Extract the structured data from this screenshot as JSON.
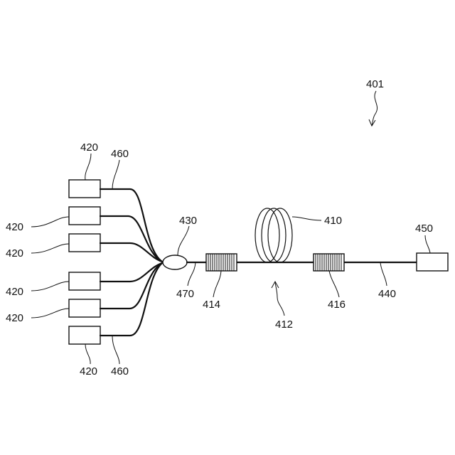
{
  "labels": {
    "figure_ref": "401",
    "pump_sources": "420",
    "fibers": "460",
    "combiner": "430",
    "coil": "410",
    "bundle_fiber": "470",
    "grating_left": "414",
    "resonator": "412",
    "grating_right": "416",
    "output_fiber": "440",
    "output_device": "450"
  },
  "colors": {
    "line": "#111111",
    "background": "#ffffff"
  }
}
